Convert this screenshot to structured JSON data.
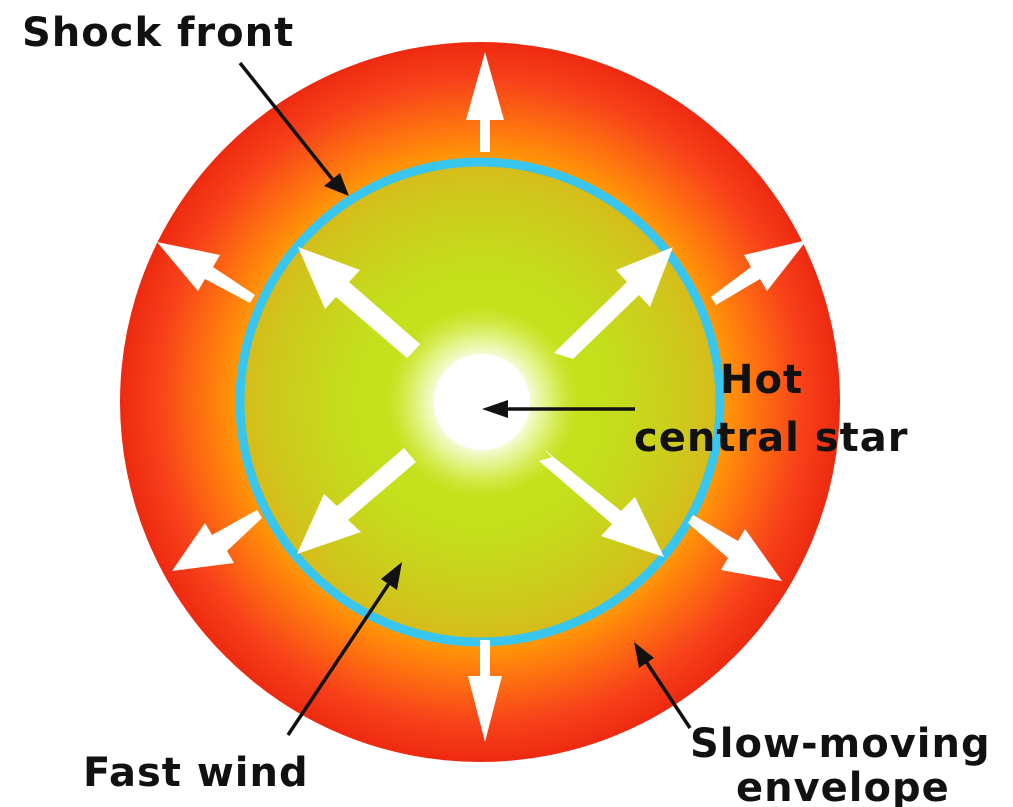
{
  "diagram": {
    "labels": {
      "shock_front": "Shock front",
      "hot_central_star_line1": "Hot",
      "hot_central_star_line2": "central star",
      "fast_wind": "Fast wind",
      "slow_envelope_line1": "Slow-moving",
      "slow_envelope_line2": "envelope"
    },
    "colors": {
      "background": "#ffffff",
      "envelope_inner": "#ffb000",
      "envelope_outer": "#f02a10",
      "wind_center": "#c6e31a",
      "wind_edge": "#d6b818",
      "shock_front_ring": "#39c6ee",
      "central_star": "#ffffff",
      "arrows": "#ffffff",
      "pointer_lines": "#111111"
    },
    "icons": {
      "outward_arrow": "white-outward-arrow",
      "pointer_arrow": "black-pointer-arrow"
    }
  }
}
